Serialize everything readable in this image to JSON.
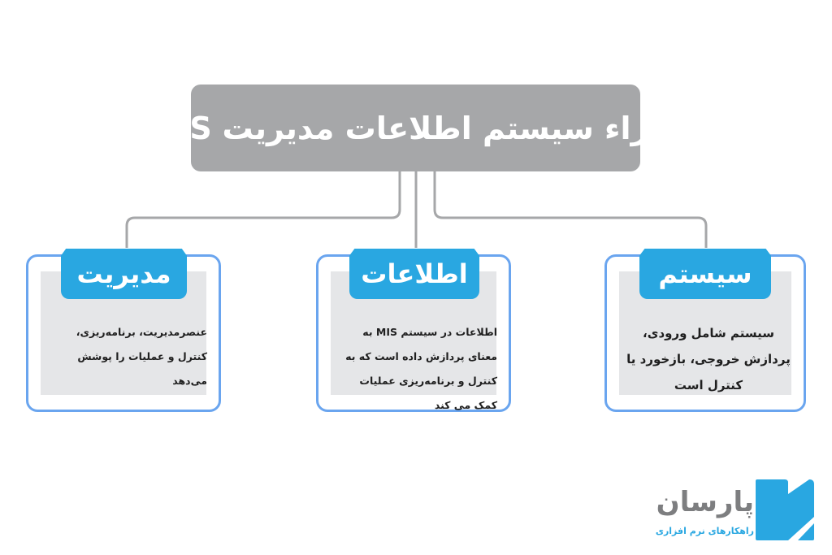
{
  "diagram": {
    "title": "اجزاء سیستم اطلاعات مدیریت MIS",
    "colors": {
      "title_bg": "#a6a7a9",
      "connector": "#a6a7a9",
      "tab_bg": "#29a7e1",
      "card_border": "#6aa5ef",
      "card_inner_bg": "#e5e6e8",
      "text": "#1f1f1f"
    },
    "cards": [
      {
        "label": "مدیریت",
        "description": "عنصرمدیریت، برنامه‌ریزی، کنترل و عملیات را پوشش می‌دهد"
      },
      {
        "label": "اطلاعات",
        "description": "اطلاعات در سیستم MIS به معنای پردازش داده است که به کنترل و برنامه‌ریزی عملیات کمک می کند"
      },
      {
        "label": "سیستم",
        "description": "سیستم شامل ورودی، پردازش خروجی، بازخورد یا کنترل است"
      }
    ]
  },
  "logo": {
    "name": "پارسان",
    "tagline": "راهکارهای نرم افزاری",
    "icon": "parsan-logo-icon",
    "color": "#29a7e1"
  }
}
